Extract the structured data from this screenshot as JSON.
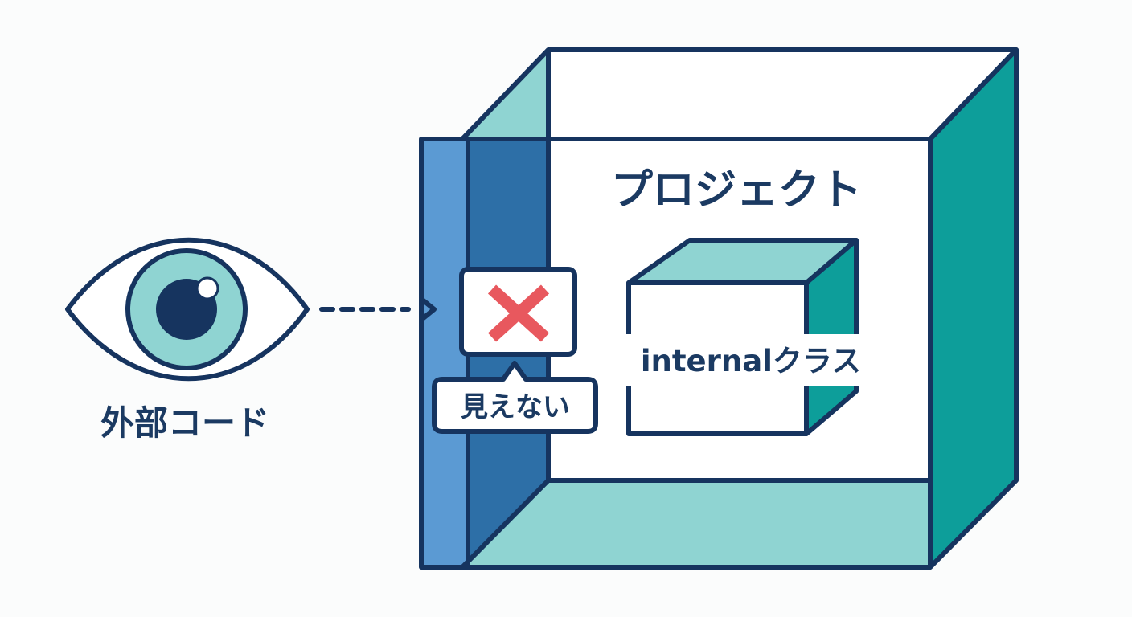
{
  "diagram": {
    "outside_label": "外部コード",
    "project_label": "プロジェクト",
    "class_label": "internalクラス",
    "blocked_label": "見えない",
    "blocked_icon": "cross-icon",
    "observer_icon": "eye-icon"
  },
  "colors": {
    "outline": "#16345f",
    "teal_light": "#8fd4d2",
    "teal_dark": "#0d9e9a",
    "blue_light": "#5b9ad3",
    "blue_dark": "#2d6fa7",
    "iris": "#8fd4d2",
    "pupil": "#16345f",
    "cross": "#e8585e",
    "text": "#1b3a62",
    "background": "#fbfcfc"
  }
}
